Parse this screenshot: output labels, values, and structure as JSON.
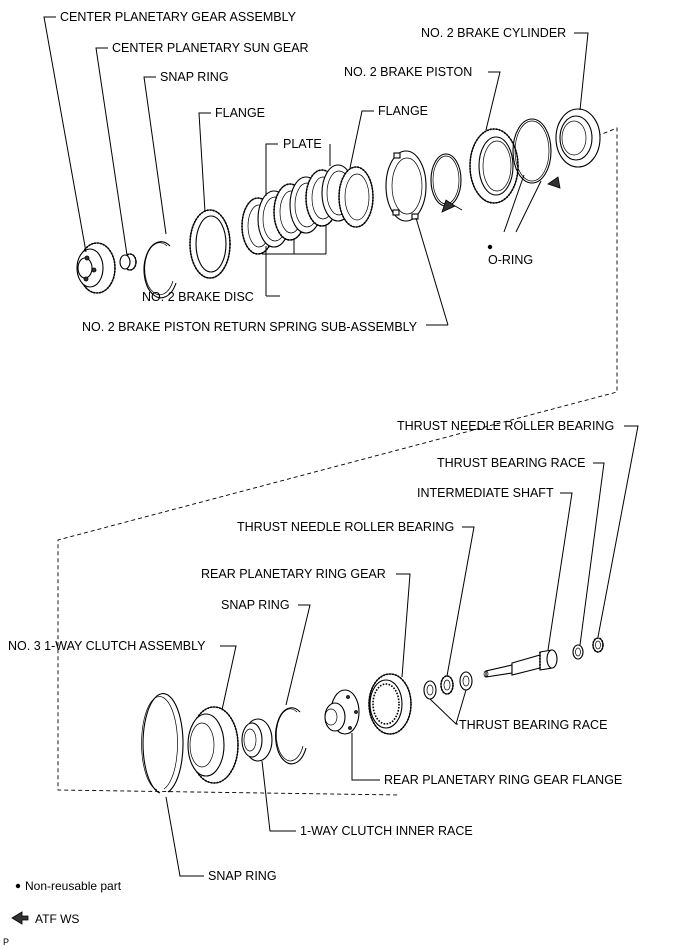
{
  "labels": {
    "center_planetary_gear_assembly": "CENTER PLANETARY GEAR ASSEMBLY",
    "center_planetary_sun_gear": "CENTER PLANETARY SUN GEAR",
    "snap_ring_upper": "SNAP RING",
    "flange_left": "FLANGE",
    "plate": "PLATE",
    "flange_right": "FLANGE",
    "no2_brake_piston": "NO. 2 BRAKE PISTON",
    "no2_brake_cylinder": "NO. 2 BRAKE CYLINDER",
    "o_ring": "O-RING",
    "no2_brake_disc": "NO. 2 BRAKE DISC",
    "no2_brake_piston_return_spring": "NO. 2 BRAKE PISTON RETURN SPRING SUB-ASSEMBLY",
    "thrust_needle_roller_bearing_top": "THRUST NEEDLE ROLLER BEARING",
    "thrust_bearing_race_top": "THRUST BEARING RACE",
    "intermediate_shaft": "INTERMEDIATE SHAFT",
    "thrust_needle_roller_bearing_mid": "THRUST NEEDLE ROLLER BEARING",
    "rear_planetary_ring_gear": "REAR PLANETARY RING GEAR",
    "snap_ring_mid": "SNAP RING",
    "no3_one_way_clutch_assembly": "NO. 3 1-WAY CLUTCH ASSEMBLY",
    "thrust_bearing_race_bottom": "THRUST BEARING RACE",
    "rear_planetary_ring_gear_flange": "REAR PLANETARY RING GEAR FLANGE",
    "one_way_clutch_inner_race": "1-WAY CLUTCH INNER RACE",
    "snap_ring_bottom": "SNAP RING"
  },
  "legend": {
    "non_reusable": "Non-reusable part",
    "atf": "ATF WS"
  },
  "corner_mark": "P",
  "icons": [
    "non-reusable-dot-icon",
    "atf-arrow-icon"
  ]
}
